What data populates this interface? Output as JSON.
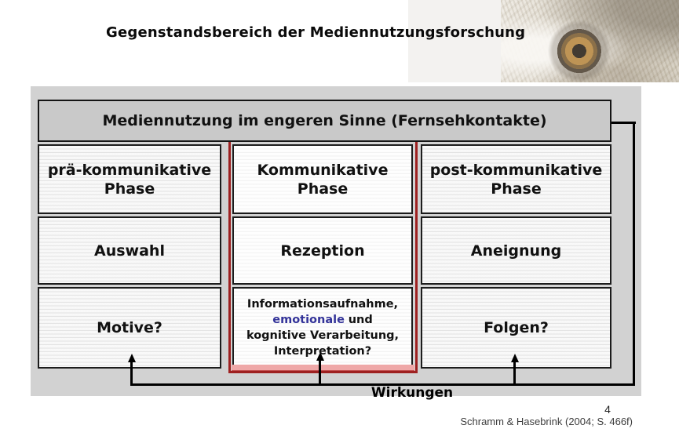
{
  "slide": {
    "title": "Gegenstandsbereich der Mediennutzungsforschung",
    "page_number": "4",
    "citation": "Schramm & Hasebrink (2004; S. 466f)"
  },
  "images": {
    "owl": "owl-eye-photo-faded"
  },
  "diagram": {
    "header_label": "Mediennutzung im engeren Sinne (Fernsehkontakte)",
    "columns": [
      {
        "phase_line1": "prä-kommunikative",
        "phase_line2": "Phase",
        "process": "Auswahl",
        "question": "Motive?"
      },
      {
        "phase_line1": "Kommunikative",
        "phase_line2": "Phase",
        "process": "Rezeption",
        "detail": {
          "line1": "Informationsaufnahme,",
          "line2_emphasis": "emotionale",
          "line2_rest": "und",
          "line3": "kognitive Verarbeitung,",
          "line4": "Interpretation?"
        }
      },
      {
        "phase_line1": "post-kommunikative",
        "phase_line2": "Phase",
        "process": "Aneignung",
        "question": "Folgen?"
      }
    ],
    "feedback_label": "Wirkungen",
    "colors": {
      "panel_background": "#d2d2d2",
      "header_background": "#c9c9c9",
      "highlight_border": "#9e2020",
      "highlight_border_bottom": "#efa8a8",
      "emphasis_text": "#333399",
      "connector": "#000000"
    }
  }
}
